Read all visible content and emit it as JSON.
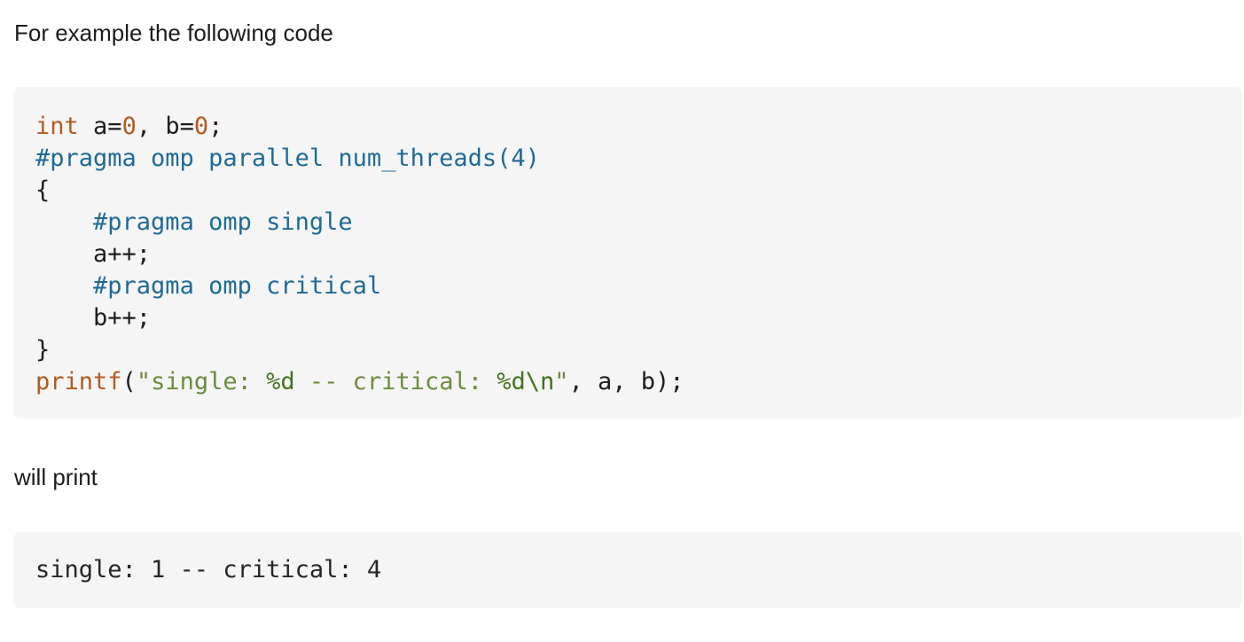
{
  "palette": {
    "page_bg": "#ffffff",
    "block_bg": "#f5f5f5",
    "text": "#1c1c1c",
    "code_plain": "#1d1d1d",
    "keyword": "#b35a1f",
    "function": "#b35a1f",
    "number": "#b35a1f",
    "preproc": "#1f6a96",
    "string": "#6b8c3f",
    "escape": "#44711d",
    "output_text": "#262626"
  },
  "intro": {
    "text": "For example the following code"
  },
  "code_block": {
    "language": "c",
    "lines": [
      [
        {
          "t": "keyword",
          "s": "int"
        },
        {
          "t": "plain",
          "s": " a="
        },
        {
          "t": "number",
          "s": "0"
        },
        {
          "t": "plain",
          "s": ", b="
        },
        {
          "t": "number",
          "s": "0"
        },
        {
          "t": "plain",
          "s": ";"
        }
      ],
      [
        {
          "t": "preproc",
          "s": "#pragma omp parallel num_threads(4)"
        }
      ],
      [
        {
          "t": "plain",
          "s": "{"
        }
      ],
      [
        {
          "t": "plain",
          "s": "    "
        },
        {
          "t": "preproc",
          "s": "#pragma omp single"
        }
      ],
      [
        {
          "t": "plain",
          "s": "    a++;"
        }
      ],
      [
        {
          "t": "plain",
          "s": "    "
        },
        {
          "t": "preproc",
          "s": "#pragma omp critical"
        }
      ],
      [
        {
          "t": "plain",
          "s": "    b++;"
        }
      ],
      [
        {
          "t": "plain",
          "s": "}"
        }
      ],
      [
        {
          "t": "function",
          "s": "printf"
        },
        {
          "t": "plain",
          "s": "("
        },
        {
          "t": "string",
          "s": "\"single: "
        },
        {
          "t": "escape",
          "s": "%d"
        },
        {
          "t": "string",
          "s": " -- critical: "
        },
        {
          "t": "escape",
          "s": "%d"
        },
        {
          "t": "escape",
          "s": "\\n"
        },
        {
          "t": "string",
          "s": "\""
        },
        {
          "t": "plain",
          "s": ", a, b);"
        }
      ]
    ]
  },
  "will_print": {
    "text": "will print"
  },
  "output_block": {
    "text": "single: 1 -- critical: 4"
  }
}
